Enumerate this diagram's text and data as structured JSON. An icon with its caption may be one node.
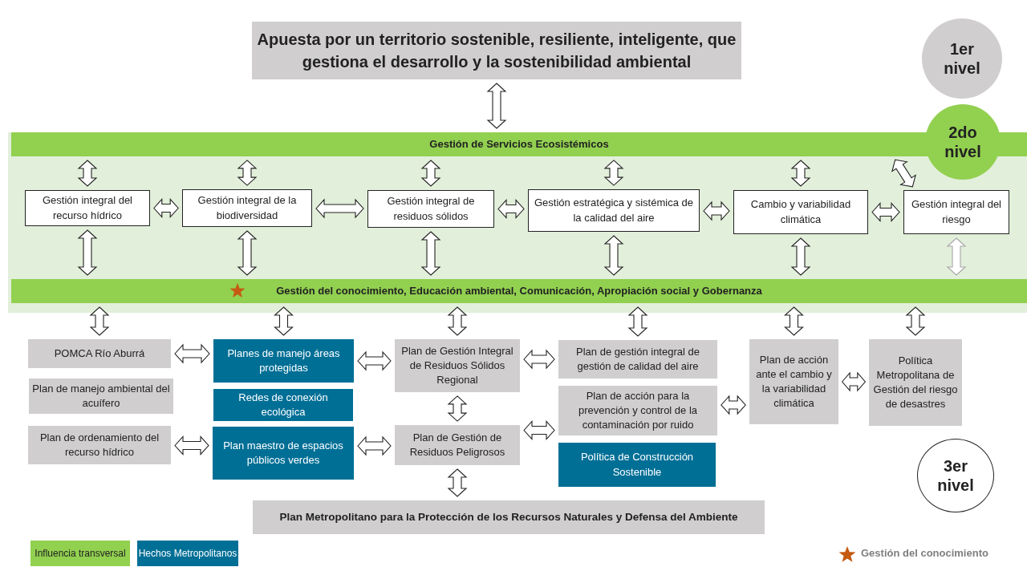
{
  "diagram": {
    "nodes": [
      {
        "text": [
          "Apuesta por un territorio sostenible, resiliente, inteligente, que gestiona el desarrollo y la sostenibilidad ambiental"
        ]
      },
      {
        "text": [
          "1er nivel"
        ]
      },
      {
        "text": [],
        "shape": "box"
      },
      {
        "text": [
          "Gestión de Servicios Ecosistémicos"
        ],
        "in": 2
      },
      {
        "text": [
          "2do nivel"
        ]
      },
      {
        "text": [
          "Gestión integral del recurso hídrico"
        ],
        "in": 2
      },
      {
        "text": [
          "Gestión integral de la biodiversidad"
        ],
        "in": 2
      },
      {
        "text": [
          "Gestión integral de residuos sólidos"
        ],
        "in": 2
      },
      {
        "text": [
          "Gestión estratégica y sistémica de la calidad del aire"
        ],
        "in": 2
      },
      {
        "text": [
          "Cambio y variabilidad climática"
        ],
        "in": 2
      },
      {
        "text": [
          "Gestión integral del riesgo"
        ],
        "in": 2
      },
      {
        "text": [
          "Gestión del conocimiento, Educación ambiental, Comunicación, Apropiación social y Gobernanza"
        ],
        "in": 2
      },
      {
        "text": [
          "POMCA Río Aburrá"
        ]
      },
      {
        "text": [
          "Plan de manejo ambiental del acuífero"
        ]
      },
      {
        "text": [
          "Plan de ordenamiento del recurso hídrico"
        ]
      },
      {
        "text": [
          "Planes de manejo áreas protegidas"
        ]
      },
      {
        "text": [
          "Redes de conexión ecológica"
        ]
      },
      {
        "text": [
          "Plan maestro de espacios públicos verdes"
        ]
      },
      {
        "text": [
          "Plan de Gestión Integral de Residuos Sólidos Regional"
        ]
      },
      {
        "text": [
          "Plan de Gestión de Residuos Peligrosos"
        ]
      },
      {
        "text": [
          "Plan de gestión integral de gestión de calidad del aire"
        ]
      },
      {
        "text": [
          "Plan de acción para la prevención y control de la contaminación por ruido"
        ]
      },
      {
        "text": [
          "Política de Construcción Sostenible"
        ]
      },
      {
        "text": [
          "Plan de acción ante el cambio y la variabilidad climática"
        ]
      },
      {
        "text": [
          "Política Metropolitana de Gestión del riesgo de desastres"
        ]
      },
      {
        "text": [
          "3er nivel"
        ]
      },
      {
        "text": [
          "Plan Metropolitano para la Protección de los Recursos Naturales y Defensa del Ambiente"
        ]
      }
    ],
    "edges": [
      {
        "from": 0,
        "to": 3,
        "arrow": "both"
      },
      {
        "from": 3,
        "to": 5,
        "arrow": "both"
      },
      {
        "from": 3,
        "to": 6,
        "arrow": "both"
      },
      {
        "from": 3,
        "to": 7,
        "arrow": "both"
      },
      {
        "from": 3,
        "to": 8,
        "arrow": "both"
      },
      {
        "from": 3,
        "to": 9,
        "arrow": "both"
      },
      {
        "from": 3,
        "to": 10,
        "arrow": "both"
      },
      {
        "from": 5,
        "to": 6,
        "arrow": "both"
      },
      {
        "from": 6,
        "to": 7,
        "arrow": "both"
      },
      {
        "from": 7,
        "to": 8,
        "arrow": "both"
      },
      {
        "from": 8,
        "to": 9,
        "arrow": "both"
      },
      {
        "from": 9,
        "to": 10,
        "arrow": "both"
      },
      {
        "from": 5,
        "to": 11,
        "arrow": "both"
      },
      {
        "from": 6,
        "to": 11,
        "arrow": "both"
      },
      {
        "from": 7,
        "to": 11,
        "arrow": "both"
      },
      {
        "from": 8,
        "to": 11,
        "arrow": "both"
      },
      {
        "from": 9,
        "to": 11,
        "arrow": "both"
      },
      {
        "from": 10,
        "to": 11,
        "arrow": "both",
        "color": "#a6a6a6"
      },
      {
        "from": 11,
        "to": 12,
        "arrow": "both"
      },
      {
        "from": 11,
        "to": 15,
        "arrow": "both"
      },
      {
        "from": 11,
        "to": 18,
        "arrow": "both"
      },
      {
        "from": 11,
        "to": 20,
        "arrow": "both"
      },
      {
        "from": 11,
        "to": 23,
        "arrow": "both"
      },
      {
        "from": 11,
        "to": 24,
        "arrow": "both"
      },
      {
        "from": 12,
        "to": 15,
        "arrow": "both"
      },
      {
        "from": 14,
        "to": 17,
        "arrow": "both"
      },
      {
        "from": 15,
        "to": 18,
        "arrow": "both"
      },
      {
        "from": 17,
        "to": 19,
        "arrow": "both"
      },
      {
        "from": 18,
        "to": 19,
        "arrow": "both"
      },
      {
        "from": 18,
        "to": 20,
        "arrow": "both"
      },
      {
        "from": 19,
        "to": 21,
        "arrow": "both"
      },
      {
        "from": 21,
        "to": 23,
        "arrow": "both"
      },
      {
        "from": 23,
        "to": 24,
        "arrow": "both"
      },
      {
        "from": 19,
        "to": 26,
        "arrow": "both"
      }
    ],
    "legend": [
      {
        "text": "Influencia transversal",
        "color": "#92d050"
      },
      {
        "text": "Hechos Metropolitanos",
        "color": "#006f96"
      },
      {
        "text": "Gestión del conocimiento"
      }
    ]
  }
}
